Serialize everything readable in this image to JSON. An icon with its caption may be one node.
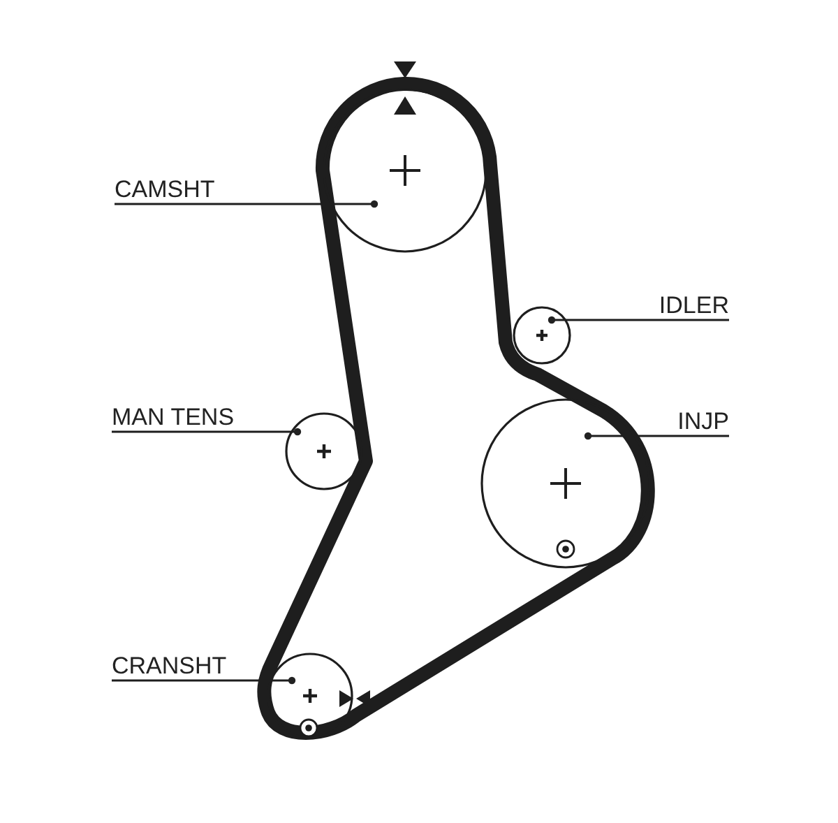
{
  "diagram": {
    "nodes": [
      {
        "text": [
          "CAMSHT"
        ]
      },
      {
        "text": [],
        "shape": "circle"
      },
      {
        "text": [
          "IDLER"
        ]
      },
      {
        "text": [],
        "shape": "circle"
      },
      {
        "text": [
          "MAN TENS"
        ]
      },
      {
        "text": [],
        "shape": "circle"
      },
      {
        "text": [
          "INJP"
        ]
      },
      {
        "text": [],
        "shape": "circle"
      },
      {
        "text": [
          "CRANSHT"
        ]
      },
      {
        "text": [],
        "shape": "circle"
      }
    ],
    "edges": [
      {
        "from": 0,
        "to": 1,
        "arrow": "other"
      },
      {
        "from": 2,
        "to": 3,
        "arrow": "other"
      },
      {
        "from": 4,
        "to": 5,
        "arrow": "other"
      },
      {
        "from": 6,
        "to": 7,
        "arrow": "other"
      },
      {
        "from": 8,
        "to": 9,
        "arrow": "other"
      }
    ]
  }
}
